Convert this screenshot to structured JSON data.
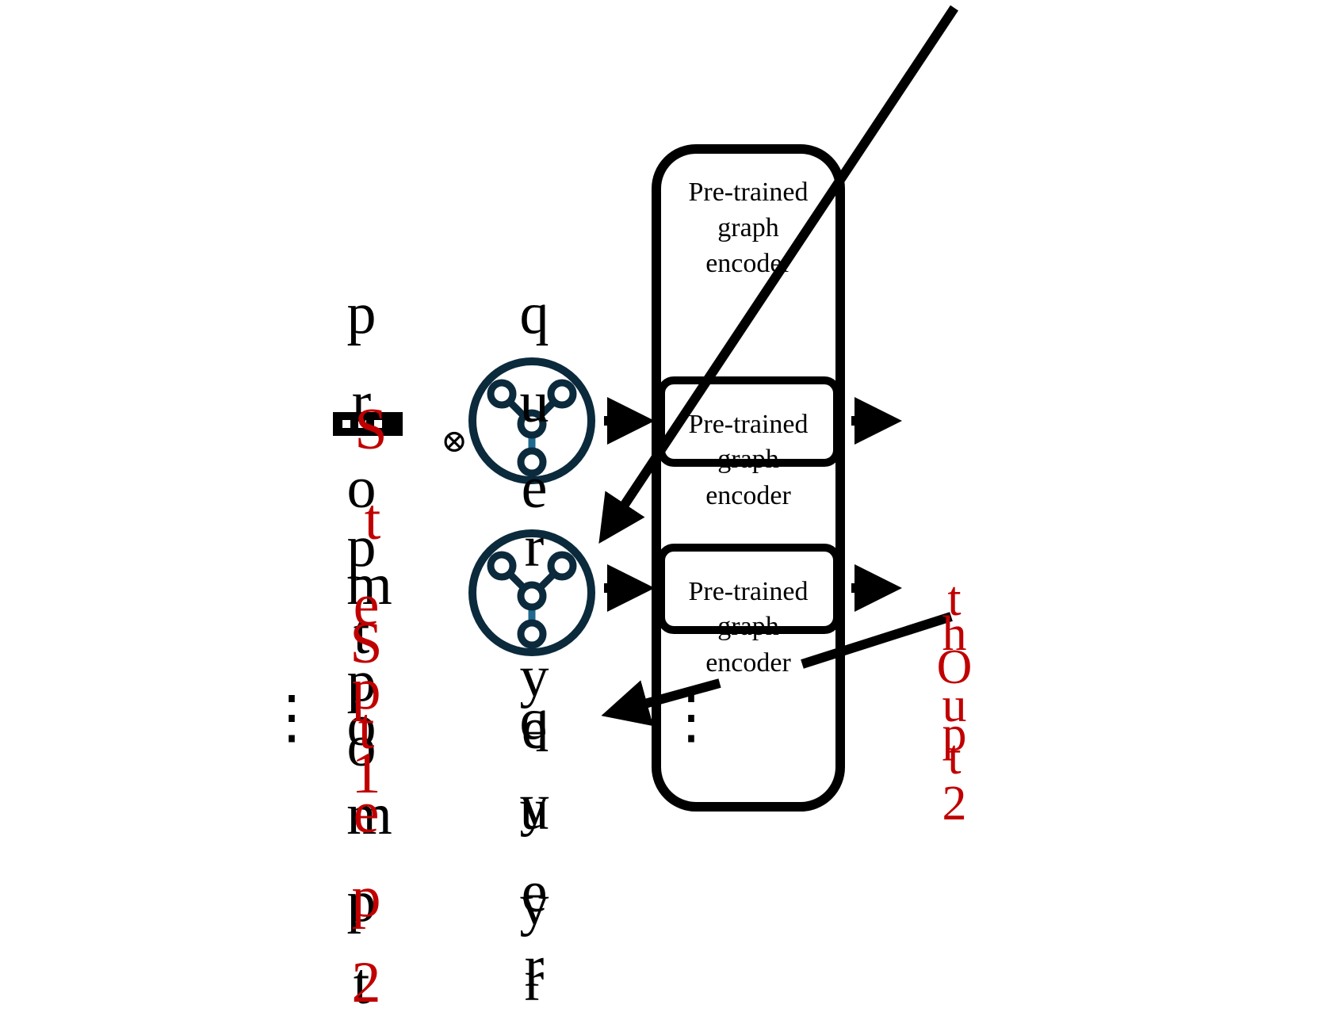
{
  "colors": {
    "stroke": "#000000",
    "graph_icon": "#0b2a3c",
    "graph_icon_edge": "#1f6a8e",
    "accent_red": "#c00000",
    "background": "#ffffff"
  },
  "encoder_label": [
    "Pre-trained",
    "graph",
    "encoder"
  ],
  "prompt_column_letters": [
    "p",
    "r",
    "o",
    "m",
    "p",
    "t",
    "p",
    "o",
    "o",
    "m",
    "p",
    "t"
  ],
  "prompt_column_overlay": [
    "p",
    "o",
    "m",
    "p",
    "t"
  ],
  "query_column_letters": [
    "q",
    "u",
    "e",
    "r",
    "y",
    "q",
    "u",
    "e",
    "r",
    "y",
    "e",
    "y",
    "r"
  ],
  "query_column_overlay": [
    "q",
    "u",
    "e",
    "r",
    "y"
  ],
  "red_left_letters": [
    "S",
    "t",
    "e",
    "p",
    "S",
    "t",
    "e",
    "p",
    "1",
    "2"
  ],
  "red_right_letters": [
    "t",
    "h",
    "O",
    "u",
    "p",
    "t",
    "2"
  ],
  "otimes_symbol": "⊗",
  "vertical_ellipsis": "⋮",
  "icons": [
    "graph-icon",
    "arrow-right-icon",
    "arrow-diagonal-icon"
  ]
}
